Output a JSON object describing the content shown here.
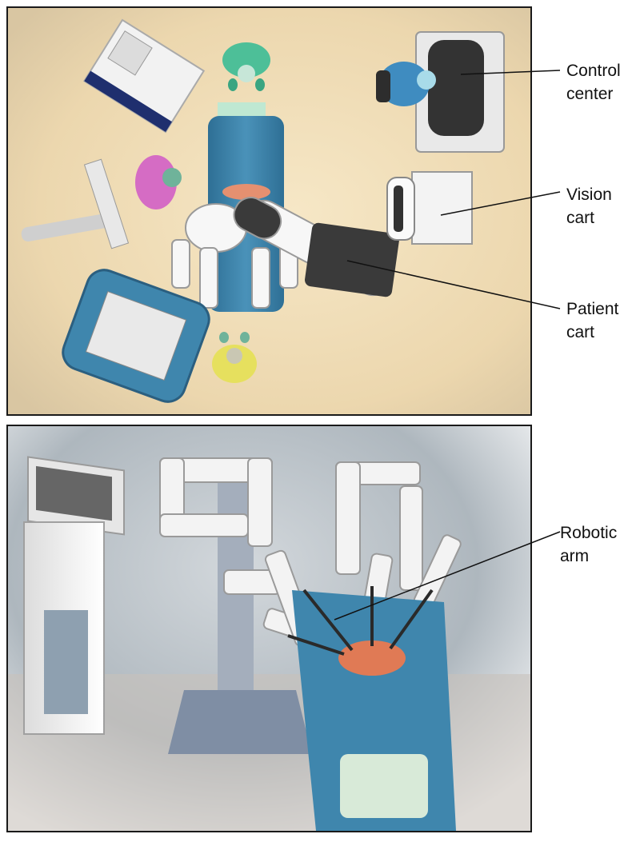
{
  "labels": {
    "control_center": "Control\ncenter",
    "vision_cart": "Vision\ncart",
    "patient_cart": "Patient\ncart",
    "robotic_arm": "Robotic\narm"
  },
  "colors": {
    "floor": "#efdcb4",
    "drape_blue": "#3f86ad",
    "dark_blue": "#2a5f85",
    "staff_green": "#4dbf98",
    "staff_pink": "#d56cc4",
    "staff_yellow": "#e6e05e",
    "patient_skin": "#e59070",
    "machine_white": "#f4f4f4",
    "machine_dark": "#3a3a3a",
    "backdrop_gray": "#b7c0c7"
  },
  "icons": [
    "operating-room-overhead-illustration",
    "robotic-arm-perspective-illustration"
  ]
}
